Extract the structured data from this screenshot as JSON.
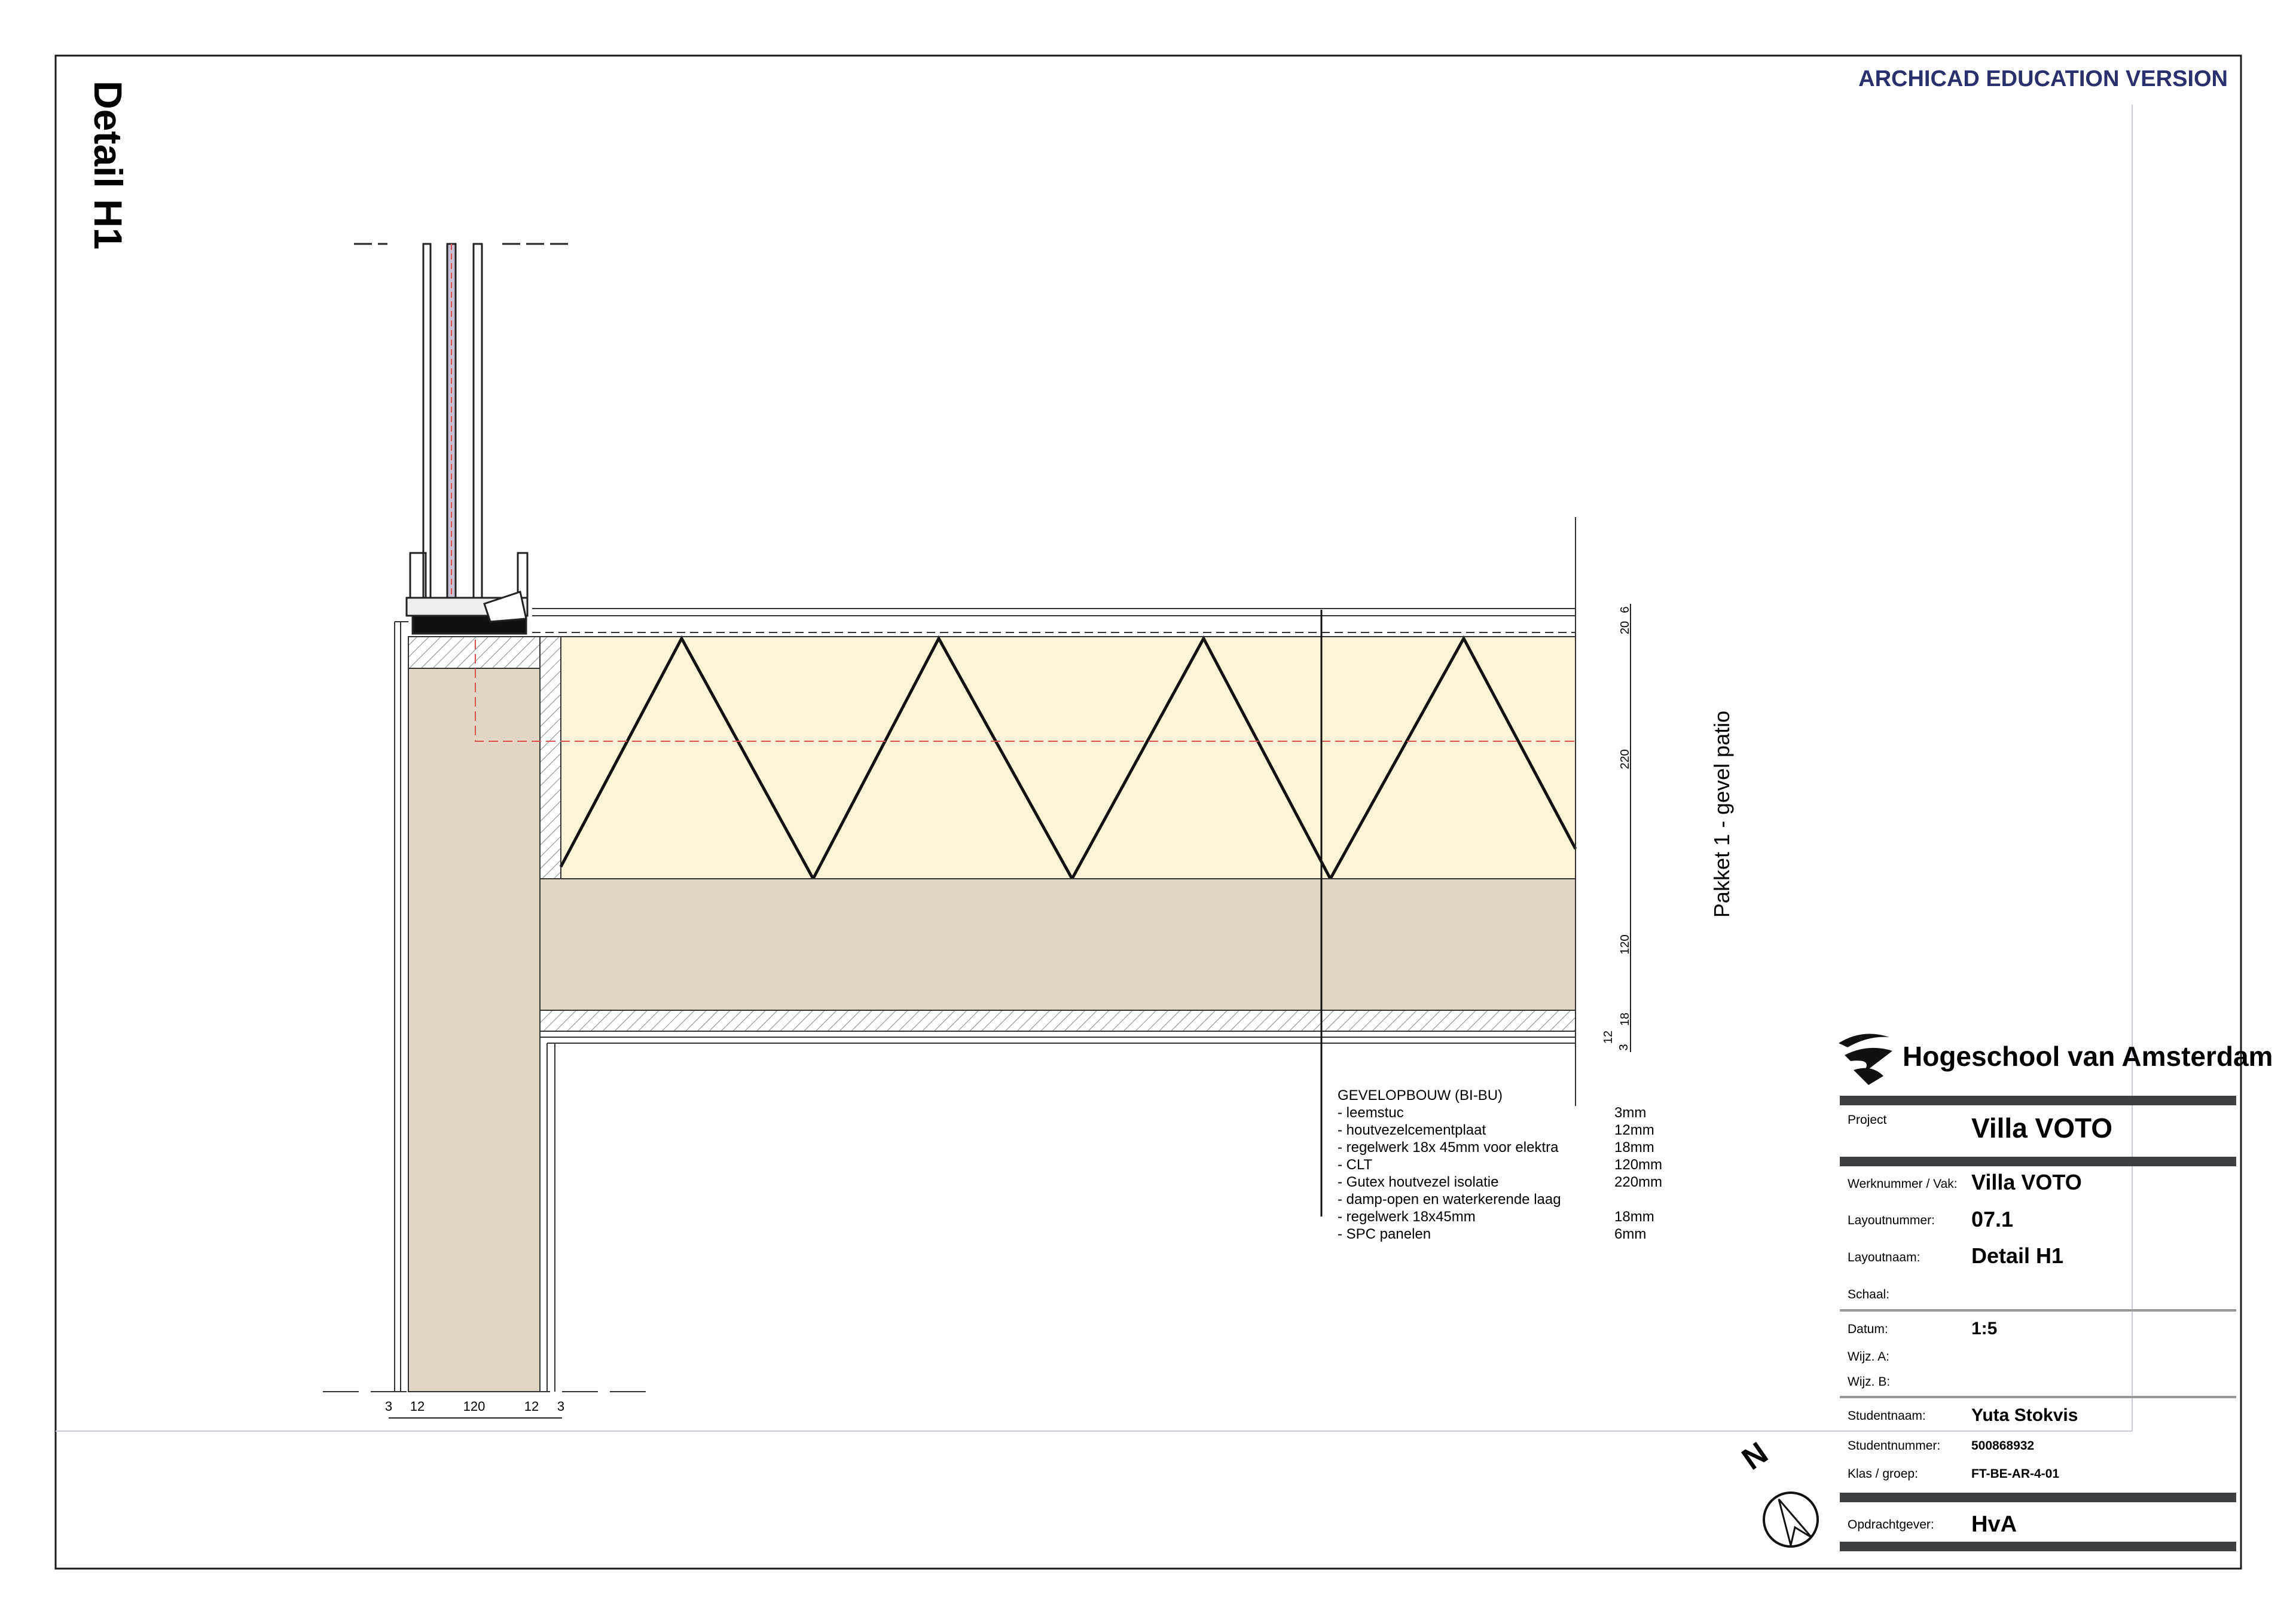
{
  "watermark": "ARCHICAD EDUCATION VERSION",
  "sheet_title": "Detail H1",
  "package_label": "Pakket 1 - gevel patio",
  "vertical_dims": [
    "6",
    "20",
    "220",
    "120",
    "18",
    "12",
    "3"
  ],
  "horizontal_dims": [
    "3",
    "12",
    "120",
    "12",
    "3"
  ],
  "buildup": {
    "heading": "GEVELOPBOUW (BI-BU)",
    "layers": [
      {
        "name": "- leemstuc",
        "thickness": "3mm"
      },
      {
        "name": "- houtvezelcementplaat",
        "thickness": "12mm"
      },
      {
        "name": "- regelwerk 18x 45mm voor elektra",
        "thickness": "18mm"
      },
      {
        "name": "- CLT",
        "thickness": "120mm"
      },
      {
        "name": "- Gutex houtvezel isolatie",
        "thickness": "220mm"
      },
      {
        "name": "- damp-open en waterkerende laag",
        "thickness": ""
      },
      {
        "name": "- regelwerk 18x45mm",
        "thickness": "18mm"
      },
      {
        "name": "- SPC panelen",
        "thickness": "6mm"
      }
    ]
  },
  "north_label": "N",
  "title_block": {
    "school": "Hogeschool van Amsterdam",
    "project_label": "Project",
    "project_value": "Villa VOTO",
    "werknummer_label": "Werknummer / Vak:",
    "werknummer_value": "Villa VOTO",
    "layoutnummer_label": "Layoutnummer:",
    "layoutnummer_value": "07.1",
    "layoutnaam_label": "Layoutnaam:",
    "layoutnaam_value": "Detail H1",
    "schaal_label": "Schaal:",
    "schaal_value": "",
    "datum_label": "Datum:",
    "datum_value": "1:5",
    "wijz_a_label": "Wijz. A:",
    "wijz_b_label": "Wijz. B:",
    "studentnaam_label": "Studentnaam:",
    "studentnaam_value": "Yuta Stokvis",
    "studentnummer_label": "Studentnummer:",
    "studentnummer_value": "500868932",
    "klas_label": "Klas / groep:",
    "klas_value": "FT-BE-AR-4-01",
    "opdrachtgever_label": "Opdrachtgever:",
    "opdrachtgever_value": "HvA"
  },
  "colors": {
    "frame": "#1a1a1a",
    "watermark": "#2a2f6e",
    "clt": "#e1d6c5",
    "insulation": "#fdf3d9",
    "titlebar": "#3d4042",
    "dashed_red": "#d9534f"
  }
}
